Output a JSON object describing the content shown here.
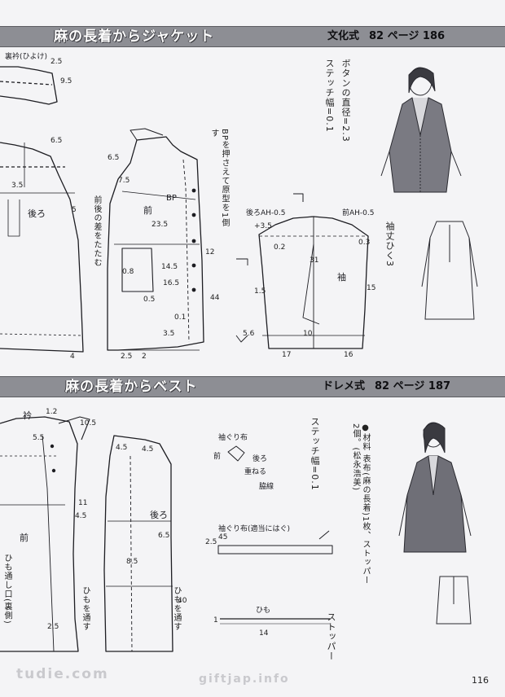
{
  "section1": {
    "title": "麻の長着からジャケット",
    "style": "文化式",
    "ref": "82 ページ 186",
    "button_note": "ボタンの直径=2.3",
    "stitch_note": "ステッチ幅=0.1",
    "bp_note": "BPを押さえて原型を1倒す",
    "dart_note": "前後の差をたたむ",
    "sleeve_length_note": "袖丈ひく3",
    "labels": {
      "collar": "裏衿(ひよけ)",
      "back": "後ろ",
      "front": "前",
      "sleeve": "袖",
      "back_ah": "後ろAH-0.5",
      "front_ah": "前AH-0.5",
      "bp": "BP"
    },
    "measures": [
      "2.5",
      "9.5",
      "6.5",
      "3.5",
      "5",
      "6.5",
      "7.5",
      "23.5",
      "14.5",
      "16.5",
      "0.8",
      "0.5",
      "12",
      "44",
      "0.1",
      "3.5",
      "2",
      "2.5",
      "4",
      "17",
      "16",
      "31",
      "15",
      "10",
      "5.6",
      "1.5",
      "+3.5",
      "0.2",
      "0.3"
    ]
  },
  "section2": {
    "title": "麻の長着からベスト",
    "style": "ドレメ式",
    "ref": "82 ページ 187",
    "stitch_note": "ステッチ幅=0.1",
    "materials": "●材料 表布(麻の長着)1枚、ストッパー2個。(松永浩美)",
    "armhole_facing": "袖ぐり布",
    "armhole_facing_bias": "袖ぐり布(適当にはぐ)",
    "armhole_notes": [
      "前",
      "後ろ",
      "重ねる",
      "脇線"
    ],
    "string": "ひも",
    "stopper": "ストッパー",
    "thread_note_1": "ひもを通す",
    "thread_note_2": "ひもを通す",
    "thread_opening": "ひも通し口(裏側)",
    "labels": {
      "collar": "衿",
      "front": "前",
      "back": "後ろ"
    },
    "measures": [
      "1.2",
      "10.5",
      "5.5",
      "4.5",
      "11",
      "4.5",
      "4.5",
      "8.5",
      "6.5",
      "2.5",
      "40",
      "14",
      "45",
      "2.5",
      "1"
    ]
  },
  "footer": {
    "page_number": "116",
    "watermark_left": "tudie.com",
    "watermark_right": "giftjap.info"
  },
  "colors": {
    "band": "#8d8e94",
    "line": "#1d1d22",
    "paper": "#f4f4f6"
  }
}
